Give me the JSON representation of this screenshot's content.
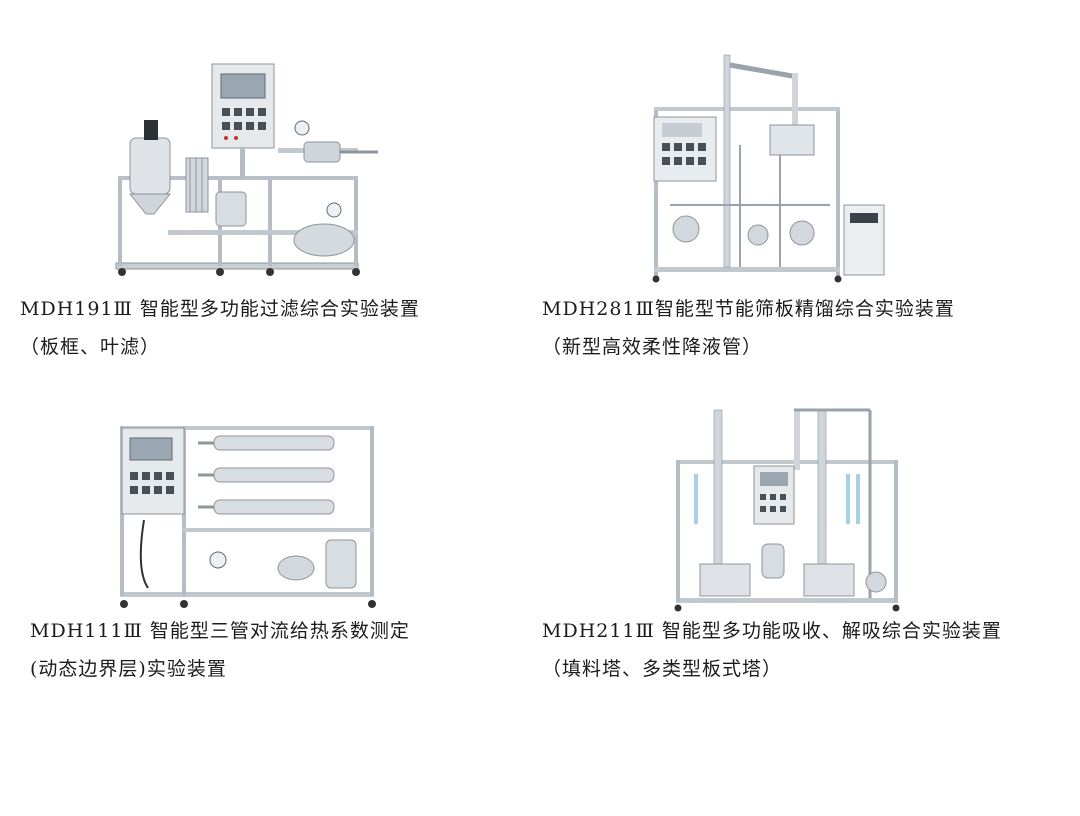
{
  "products": [
    {
      "title_line1": "MDH191Ⅲ 智能型多功能过滤综合实验装置",
      "title_line2": "（板框、叶滤）"
    },
    {
      "title_line1": "MDH281Ⅲ智能型节能筛板精馏综合实验装置",
      "title_line2": "（新型高效柔性降液管）"
    },
    {
      "title_line1": "MDH111Ⅲ 智能型三管对流给热系数测定",
      "title_line2": "(动态边界层)实验装置"
    },
    {
      "title_line1": "MDH211Ⅲ 智能型多功能吸收、解吸综合实验装置",
      "title_line2": "（填料塔、多类型板式塔）"
    }
  ]
}
